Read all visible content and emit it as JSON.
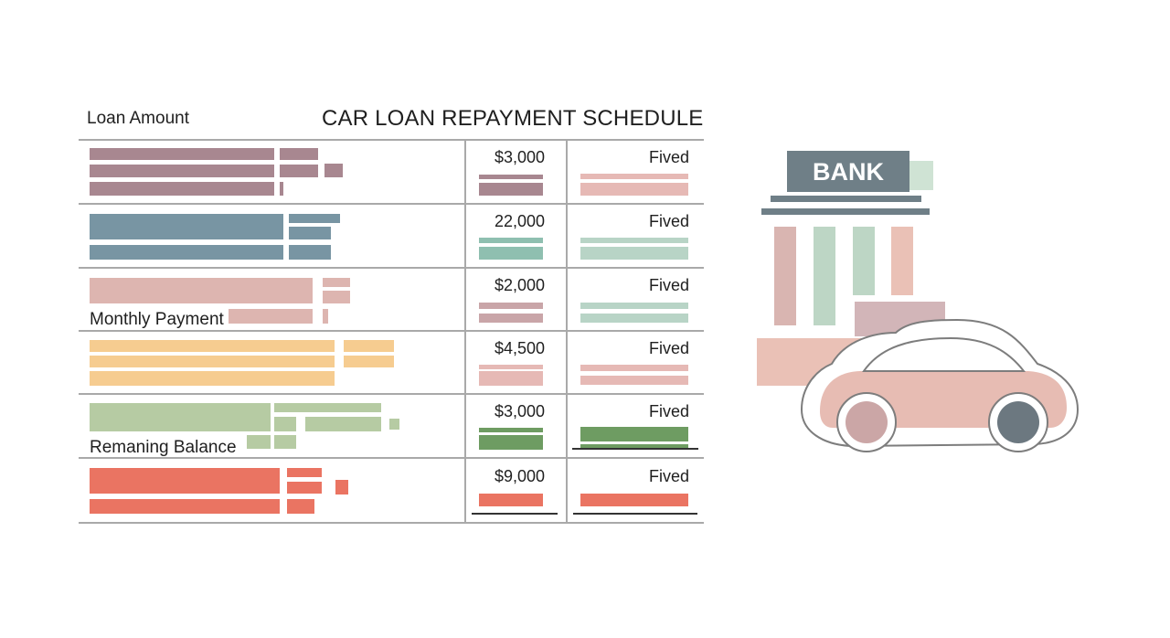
{
  "header": {
    "loan_amount_label": "Loan Amount",
    "title": "CAR LOAN REPAYMENT SCHEDULE"
  },
  "rows": [
    {
      "amount": "$3,000",
      "rate": "Fived",
      "color": "#a88790"
    },
    {
      "amount": "22,000",
      "rate": "Fived",
      "color": "#7895a3",
      "accent": "#8fbfb0"
    },
    {
      "amount": "$2,000",
      "rate": "Fived",
      "color": "#ddb5b0",
      "label": "Monthly Payment"
    },
    {
      "amount": "$4,500",
      "rate": "Fived",
      "color": "#f6cc90",
      "accent": "#e6b9b5"
    },
    {
      "amount": "$3,000",
      "rate": "Fived",
      "color": "#b6cba3",
      "accent": "#6e9c62",
      "label": "Remaning Balance"
    },
    {
      "amount": "$9,000",
      "rate": "Fived",
      "color": "#ea7462"
    }
  ],
  "illustration": {
    "bank_sign": "BANK"
  }
}
